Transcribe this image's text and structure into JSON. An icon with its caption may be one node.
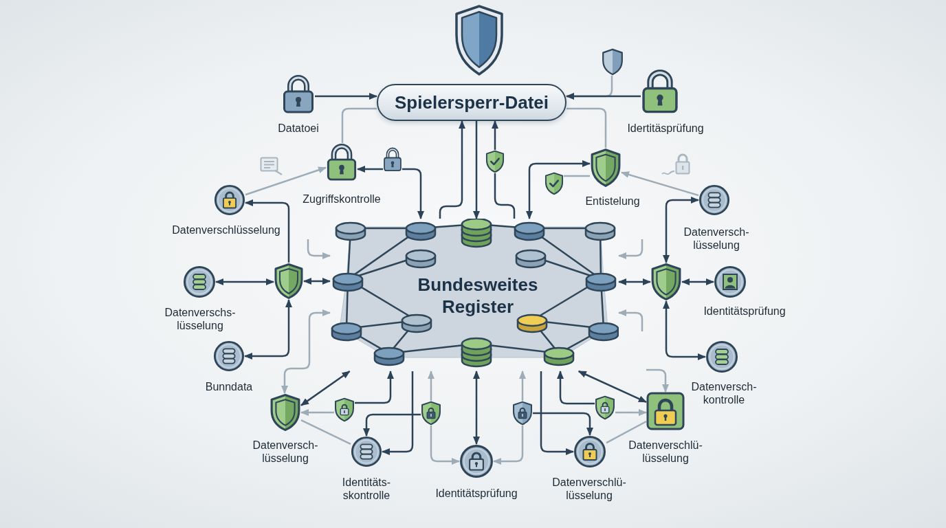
{
  "diagram": {
    "nodes": [
      {
        "text": [
          "Spielersperr-Datei"
        ]
      },
      {
        "text": [
          "Bundesweites Register"
        ]
      },
      {
        "text": [
          "Datatoei"
        ]
      },
      {
        "text": [
          "Idertitäsprüfung"
        ]
      },
      {
        "text": [],
        "shape": "shield"
      },
      {
        "text": [
          "Zugriffskontrolle"
        ]
      },
      {
        "text": [],
        "shape": "lock"
      },
      {
        "text": [
          "Datenverschlüsselung"
        ]
      },
      {
        "text": [],
        "shape": "shield"
      },
      {
        "text": [],
        "shape": "shield"
      },
      {
        "text": [
          "Entistelung"
        ]
      },
      {
        "text": [
          "Datenversch- lüsselung"
        ]
      },
      {
        "text": [],
        "shape": "shield"
      },
      {
        "text": [
          "Datenverschs- lüsselung"
        ]
      },
      {
        "text": [
          "Bunndata"
        ]
      },
      {
        "text": [],
        "shape": "shield"
      },
      {
        "text": [
          "Identitätsprüfung"
        ]
      },
      {
        "text": [
          "Datenversch- kontrolle"
        ]
      },
      {
        "text": [
          "Datenversch- lüsselung"
        ]
      },
      {
        "text": [],
        "shape": "shield"
      },
      {
        "text": [
          "Identitäts- skontrolle"
        ]
      },
      {
        "text": [],
        "shape": "shield"
      },
      {
        "text": [
          "Identitätsprüfung"
        ]
      },
      {
        "text": [],
        "shape": "shield"
      },
      {
        "text": [
          "Datenverschlü- lüsselung"
        ]
      },
      {
        "text": [],
        "shape": "shield"
      },
      {
        "text": [
          "Datenverschlü- lüsselung"
        ]
      }
    ],
    "edges": [
      {
        "from": 2,
        "to": 0,
        "arrow": "to"
      },
      {
        "from": 3,
        "to": 0,
        "arrow": "to"
      },
      {
        "from": 4,
        "to": 0,
        "arrow": "to",
        "color": "#9eacb7"
      },
      {
        "from": 0,
        "to": 5,
        "arrow": "none",
        "color": "#9eacb7"
      },
      {
        "from": 6,
        "to": 5,
        "arrow": "to"
      },
      {
        "from": 6,
        "to": 1,
        "arrow": "to"
      },
      {
        "from": 7,
        "to": 5,
        "arrow": "to",
        "color": "#9eacb7"
      },
      {
        "from": 12,
        "to": 7,
        "arrow": "to"
      },
      {
        "from": 1,
        "to": 0,
        "arrow": "to"
      },
      {
        "from": 0,
        "to": 1,
        "arrow": "to"
      },
      {
        "from": 8,
        "to": 0,
        "arrow": "to"
      },
      {
        "from": 1,
        "to": 8,
        "arrow": "none"
      },
      {
        "from": 1,
        "to": 10,
        "arrow": "both"
      },
      {
        "from": 9,
        "to": 10,
        "arrow": "none",
        "color": "#9eacb7"
      },
      {
        "from": 0,
        "to": 10,
        "arrow": "none",
        "color": "#9eacb7"
      },
      {
        "from": 11,
        "to": 10,
        "arrow": "to",
        "color": "#9eacb7"
      },
      {
        "from": 15,
        "to": 11,
        "arrow": "both"
      },
      {
        "from": 1,
        "to": 12,
        "arrow": "both"
      },
      {
        "from": 12,
        "to": 13,
        "arrow": "both"
      },
      {
        "from": 12,
        "to": 14,
        "arrow": "both"
      },
      {
        "from": null,
        "to": 1,
        "arrow": "to",
        "color": "#9eacb7"
      },
      {
        "from": 1,
        "to": 18,
        "arrow": "both",
        "color": "#9eacb7"
      },
      {
        "from": 1,
        "to": 15,
        "arrow": "both"
      },
      {
        "from": 15,
        "to": 16,
        "arrow": "both"
      },
      {
        "from": 15,
        "to": 17,
        "arrow": "both"
      },
      {
        "from": null,
        "to": 1,
        "arrow": "to",
        "color": "#9eacb7"
      },
      {
        "from": null,
        "to": 1,
        "arrow": "to",
        "color": "#9eacb7"
      },
      {
        "from": 18,
        "to": 1,
        "arrow": "both"
      },
      {
        "from": 19,
        "to": 18,
        "arrow": "to",
        "color": "#9eacb7"
      },
      {
        "from": 19,
        "to": 1,
        "arrow": "to"
      },
      {
        "from": 20,
        "to": 18,
        "arrow": "none",
        "color": "#9eacb7"
      },
      {
        "from": 1,
        "to": 20,
        "arrow": "to"
      },
      {
        "from": 21,
        "to": 20,
        "arrow": "to"
      },
      {
        "from": 21,
        "to": 1,
        "arrow": "to",
        "color": "#9eacb7"
      },
      {
        "from": 21,
        "to": 22,
        "arrow": "to",
        "color": "#9eacb7"
      },
      {
        "from": 1,
        "to": 22,
        "arrow": "both"
      },
      {
        "from": 23,
        "to": 1,
        "arrow": "to",
        "color": "#9eacb7"
      },
      {
        "from": 23,
        "to": 22,
        "arrow": "to",
        "color": "#9eacb7"
      },
      {
        "from": 23,
        "to": 24,
        "arrow": "to"
      },
      {
        "from": 1,
        "to": 24,
        "arrow": "to"
      },
      {
        "from": 25,
        "to": 1,
        "arrow": "to"
      },
      {
        "from": 25,
        "to": 26,
        "arrow": "to",
        "color": "#9eacb7"
      },
      {
        "from": 1,
        "to": 26,
        "arrow": "both"
      },
      {
        "from": 24,
        "to": 26,
        "arrow": "none",
        "color": "#9eacb7"
      },
      {
        "from": null,
        "to": 26,
        "arrow": "to",
        "color": "#9eacb7"
      }
    ]
  }
}
